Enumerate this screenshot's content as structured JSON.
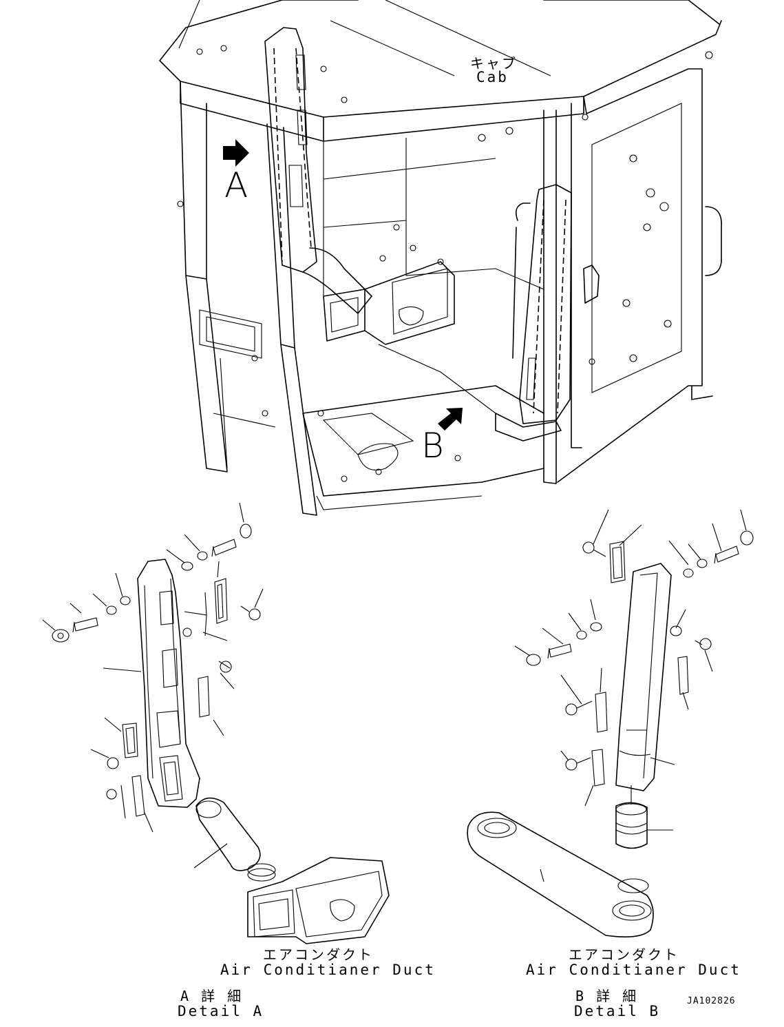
{
  "cab": {
    "ja": "キャブ",
    "en": "Cab"
  },
  "view_markers": {
    "a": "A",
    "b": "B"
  },
  "detail_a": {
    "duct_ja": "エアコンダクト",
    "duct_en": "Air Conditianer Duct",
    "title_ja": "A 詳 細",
    "title_en": "Detail A"
  },
  "detail_b": {
    "duct_ja": "エアコンダクト",
    "duct_en": "Air Conditianer Duct",
    "title_ja": "B 詳 細",
    "title_en": "Detail B"
  },
  "drawing_code": "JA102826",
  "icons": [
    "arrow-a-icon",
    "arrow-b-icon"
  ],
  "line_color": "#000000"
}
